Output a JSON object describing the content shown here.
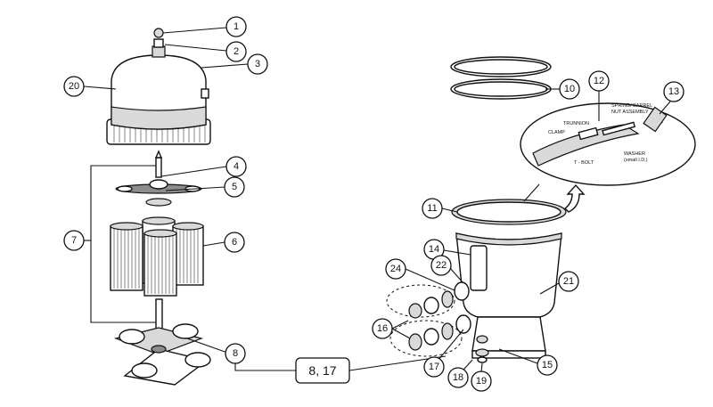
{
  "callouts": [
    {
      "id": "c1",
      "label": "1"
    },
    {
      "id": "c2",
      "label": "2"
    },
    {
      "id": "c3",
      "label": "3"
    },
    {
      "id": "c4",
      "label": "4"
    },
    {
      "id": "c5",
      "label": "5"
    },
    {
      "id": "c6",
      "label": "6"
    },
    {
      "id": "c7",
      "label": "7"
    },
    {
      "id": "c8",
      "label": "8"
    },
    {
      "id": "c10",
      "label": "10"
    },
    {
      "id": "c11",
      "label": "11"
    },
    {
      "id": "c12",
      "label": "12"
    },
    {
      "id": "c13",
      "label": "13"
    },
    {
      "id": "c14",
      "label": "14"
    },
    {
      "id": "c15",
      "label": "15"
    },
    {
      "id": "c16",
      "label": "16"
    },
    {
      "id": "c17",
      "label": "17"
    },
    {
      "id": "c18",
      "label": "18"
    },
    {
      "id": "c19",
      "label": "19"
    },
    {
      "id": "c20",
      "label": "20"
    },
    {
      "id": "c21",
      "label": "21"
    },
    {
      "id": "c22",
      "label": "22"
    },
    {
      "id": "c24",
      "label": "24"
    }
  ],
  "combined_box": {
    "label": "8, 17"
  },
  "detail_labels": {
    "spring": "SPRING/ BARREL",
    "nut": "NUT ASSEMBLY",
    "trunnion": "TRUNNION",
    "clamp": "CLAMP",
    "tbolt": "T - BOLT",
    "washer": "WASHER",
    "washer_size": "(small I.D.)"
  }
}
